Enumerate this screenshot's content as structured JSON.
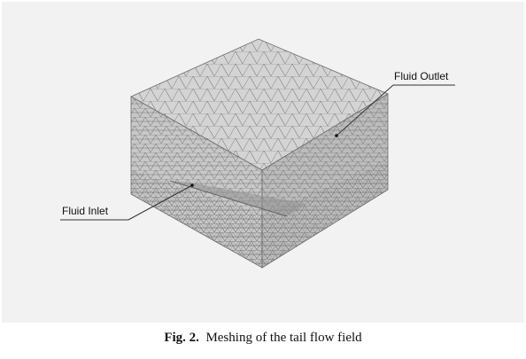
{
  "figure": {
    "labels": {
      "outlet": "Fluid Outlet",
      "inlet": "Fluid Inlet"
    },
    "caption": {
      "number": "Fig. 2.",
      "text": "Meshing of the tail flow field"
    },
    "colors": {
      "panel_background": "#f2f2f2",
      "mesh_fill": "#c9c9c9",
      "mesh_lines": "#6f6f6f"
    }
  }
}
